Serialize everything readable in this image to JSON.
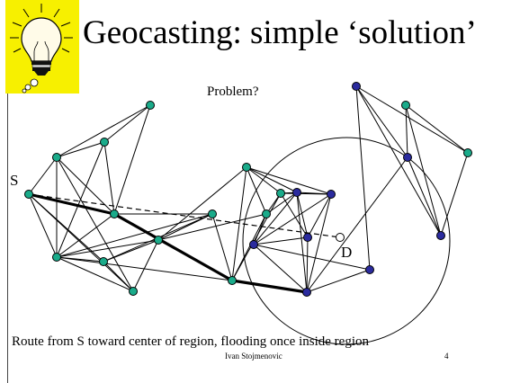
{
  "slide": {
    "title": "Geocasting: simple ‘solution’",
    "question": "Problem?",
    "caption": "Route from S toward center of region, flooding once inside region",
    "author": "Ivan Stojmenovic",
    "page_number": "4"
  },
  "icon": {
    "name": "lightbulb-icon",
    "background": "#f7f000"
  },
  "colors": {
    "green_node": "#1aab8a",
    "blue_node": "#2b2b9e",
    "node_stroke": "#000000",
    "edge": "#000000"
  },
  "graph": {
    "source_label": "S",
    "destination_label": "D",
    "nodes": [
      {
        "id": "S",
        "color": "green"
      },
      {
        "id": "n1",
        "color": "green"
      },
      {
        "id": "n2",
        "color": "green"
      },
      {
        "id": "n3",
        "color": "green"
      },
      {
        "id": "n4",
        "color": "green"
      },
      {
        "id": "n5",
        "color": "green"
      },
      {
        "id": "n6",
        "color": "green"
      },
      {
        "id": "n7",
        "color": "green"
      },
      {
        "id": "n8",
        "color": "green"
      },
      {
        "id": "n9",
        "color": "green"
      },
      {
        "id": "n10",
        "color": "green"
      },
      {
        "id": "n11",
        "color": "green"
      },
      {
        "id": "n12",
        "color": "green"
      },
      {
        "id": "n13",
        "color": "green"
      },
      {
        "id": "n14",
        "color": "green"
      },
      {
        "id": "n15",
        "color": "green"
      },
      {
        "id": "b1",
        "color": "blue"
      },
      {
        "id": "b2",
        "color": "blue"
      },
      {
        "id": "b3",
        "color": "blue"
      },
      {
        "id": "b4",
        "color": "blue"
      },
      {
        "id": "b5",
        "color": "blue"
      },
      {
        "id": "b6",
        "color": "blue"
      },
      {
        "id": "b7",
        "color": "blue"
      },
      {
        "id": "b8",
        "color": "blue"
      },
      {
        "id": "b9",
        "color": "blue"
      },
      {
        "id": "D",
        "color": "white"
      }
    ],
    "edges": [
      [
        "S",
        "n2"
      ],
      [
        "S",
        "n5"
      ],
      [
        "S",
        "n6"
      ],
      [
        "S",
        "n7"
      ],
      [
        "n2",
        "n3"
      ],
      [
        "n2",
        "n4"
      ],
      [
        "n2",
        "n5"
      ],
      [
        "n2",
        "n7"
      ],
      [
        "n2",
        "n1"
      ],
      [
        "n3",
        "n4"
      ],
      [
        "n3",
        "n5"
      ],
      [
        "n3",
        "n1"
      ],
      [
        "n4",
        "n1"
      ],
      [
        "n4",
        "n5"
      ],
      [
        "n4",
        "n8"
      ],
      [
        "n4",
        "n9"
      ],
      [
        "n5",
        "n6"
      ],
      [
        "n5",
        "n7"
      ],
      [
        "n5",
        "n8"
      ],
      [
        "n5",
        "n9"
      ],
      [
        "n5",
        "n10"
      ],
      [
        "n6",
        "n7"
      ],
      [
        "n6",
        "n8"
      ],
      [
        "n6",
        "n9"
      ],
      [
        "n7",
        "n8"
      ],
      [
        "n8",
        "n9"
      ],
      [
        "n8",
        "n10"
      ],
      [
        "n8",
        "n11"
      ],
      [
        "n8",
        "n12"
      ],
      [
        "n9",
        "n10"
      ],
      [
        "n10",
        "n11"
      ],
      [
        "n10",
        "n12"
      ],
      [
        "n10",
        "n13"
      ],
      [
        "n11",
        "n12"
      ],
      [
        "n11",
        "n13"
      ],
      [
        "n11",
        "b1"
      ],
      [
        "n11",
        "b2"
      ],
      [
        "n12",
        "n13"
      ],
      [
        "n12",
        "b1"
      ],
      [
        "n12",
        "b3"
      ],
      [
        "n13",
        "b1"
      ],
      [
        "n13",
        "b2"
      ],
      [
        "n13",
        "b4"
      ],
      [
        "b1",
        "b2"
      ],
      [
        "b1",
        "b3"
      ],
      [
        "b1",
        "b4"
      ],
      [
        "b1",
        "b5"
      ],
      [
        "b2",
        "b3"
      ],
      [
        "b2",
        "b4"
      ],
      [
        "b2",
        "b5"
      ],
      [
        "b3",
        "b4"
      ],
      [
        "b3",
        "b5"
      ],
      [
        "b3",
        "b7"
      ],
      [
        "b4",
        "b5"
      ],
      [
        "b5",
        "b7"
      ],
      [
        "b5",
        "b6"
      ],
      [
        "b6",
        "n14"
      ],
      [
        "b6",
        "b8"
      ],
      [
        "b6",
        "b9"
      ],
      [
        "b7",
        "b9"
      ],
      [
        "b8",
        "n14"
      ],
      [
        "b8",
        "n15"
      ],
      [
        "b8",
        "b9"
      ],
      [
        "n14",
        "n15"
      ],
      [
        "b9",
        "n15"
      ]
    ],
    "route": [
      "S",
      "n4",
      "n10",
      "b5"
    ],
    "dashed_line": [
      "S",
      "D"
    ]
  }
}
